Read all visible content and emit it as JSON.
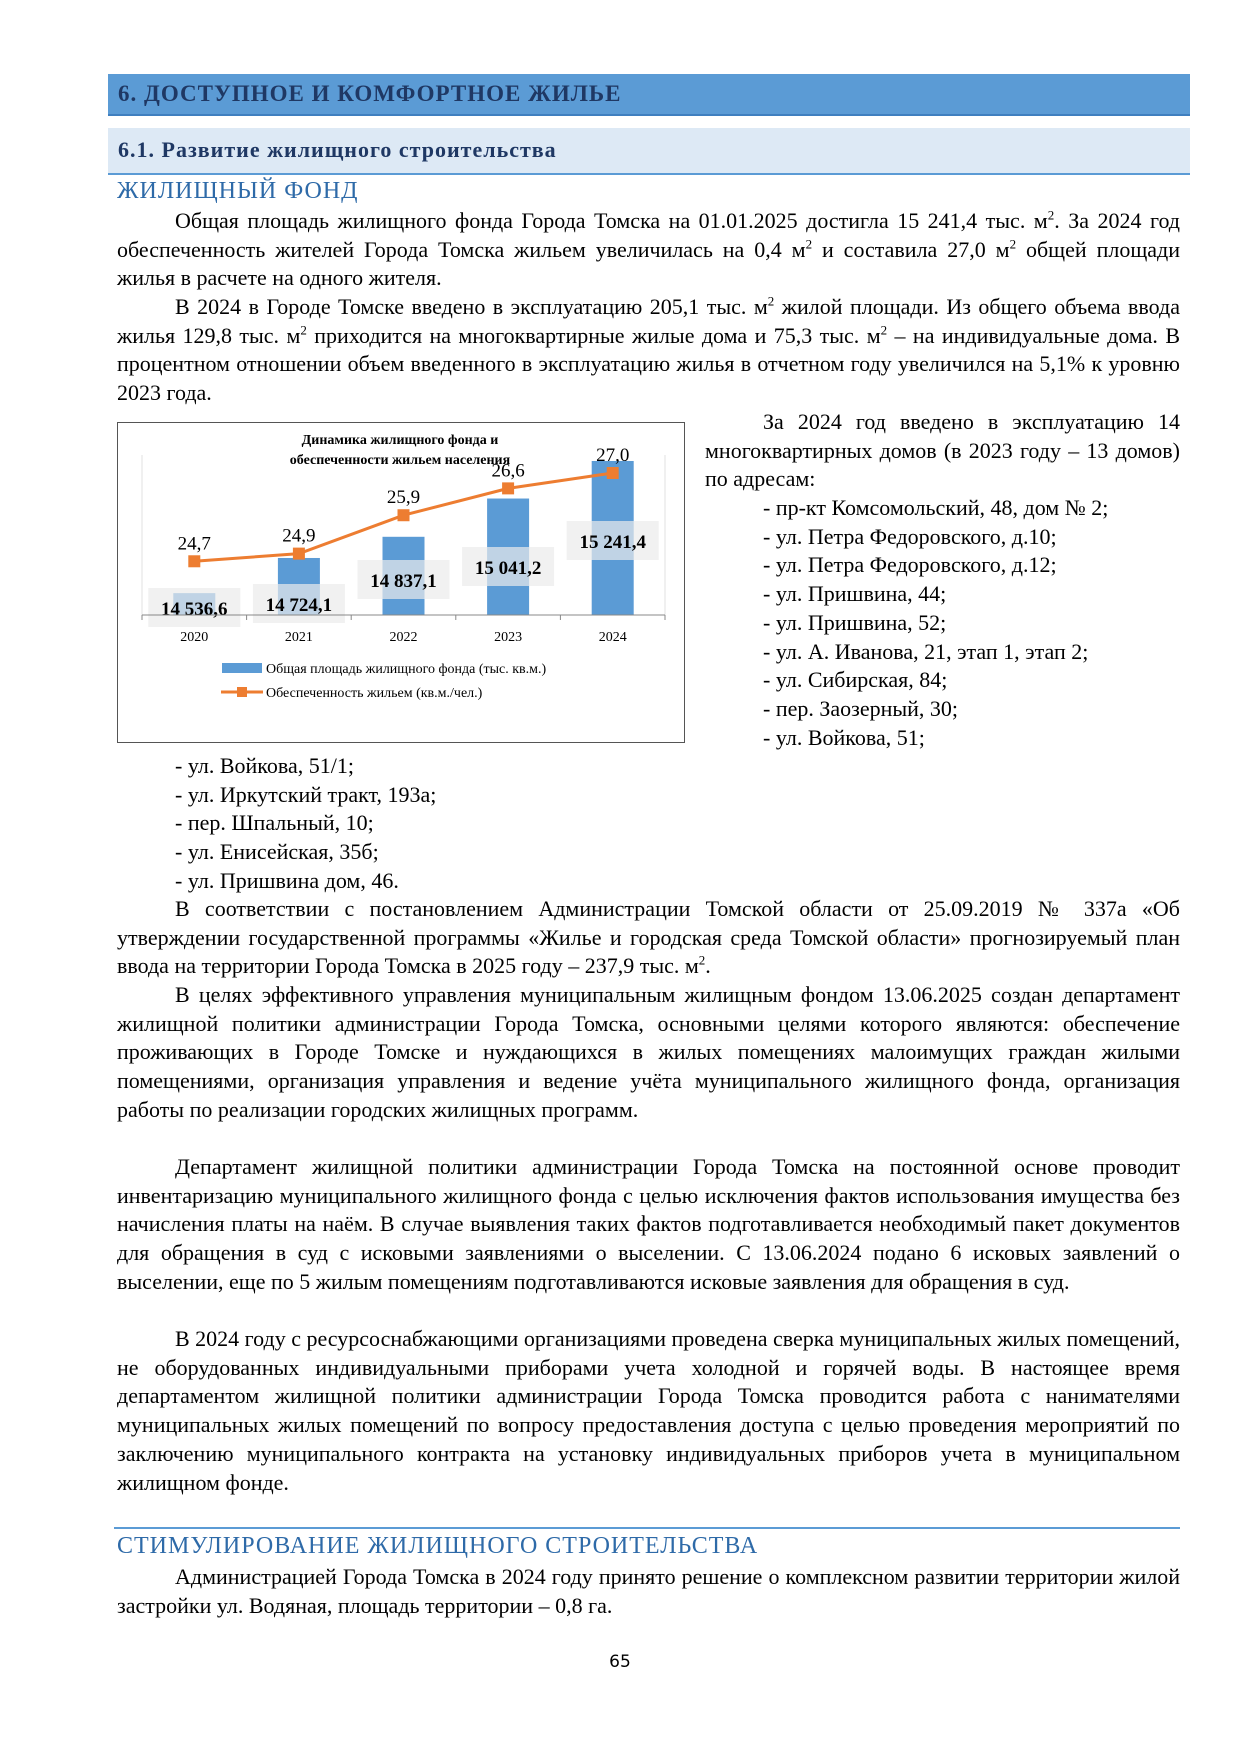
{
  "section_title": "6. ДОСТУПНОЕ И КОМФОРТНОЕ ЖИЛЬЕ",
  "subsection_title": "6.1. Развитие жилищного строительства",
  "heading_fund": "ЖИЛИЩНЫЙ ФОНД",
  "para1": [
    "Общая площадь жилищного фонда Города Томска на 01.01.2025 достигла 15 241,4 тыс. м",
    "2",
    ". За 2024 год обеспеченность жителей Города Томска жильем увеличилась на 0,4 м",
    "2",
    " и составила 27,0 м",
    "2",
    " общей площади жилья в расчете на одного жителя."
  ],
  "para2": [
    "В 2024 в Городе Томске введено в эксплуатацию 205,1 тыс. м",
    "2",
    " жилой площади. Из общего объема ввода жилья 129,8 тыс. м",
    "2",
    " приходится на многоквартирные жилые дома и 75,3 тыс. м",
    "2",
    " – на индивидуальные дома. В процентном отношении объем введенного в эксплуатацию жилья в отчетном году увеличился на 5,1% к уровню 2023 года."
  ],
  "para3": "За 2024 год введено в эксплуатацию 14 многоквартирных домов (в 2023 году – 13 домов) по адресам:",
  "addresses_right": [
    "- пр-кт Комсомольский, 48, дом № 2;",
    "- ул. Петра Федоровского, д.10;",
    "- ул. Петра Федоровского, д.12;",
    "- ул. Пришвина, 44;",
    "- ул. Пришвина, 52;",
    "- ул. А. Иванова, 21, этап 1, этап 2;",
    "- ул. Сибирская, 84;",
    "- пер. Заозерный, 30;",
    "- ул. Войкова, 51;"
  ],
  "addresses_left": [
    "- ул. Войкова, 51/1;",
    "- ул. Иркутский тракт, 193а;",
    "- пер. Шпальный, 10;",
    "- ул. Енисейская, 35б;",
    "- ул. Пришвина дом, 46."
  ],
  "para4": [
    "В соответствии с постановлением Администрации Томской области от 25.09.2019 № 337а «Об утверждении государственной программы «Жилье и городская среда Томской области» прогнозируемый план ввода на территории Города Томска в 2025 году – 237,9 тыс. м",
    "2",
    "."
  ],
  "para5": "В целях эффективного управления муниципальным жилищным фондом 13.06.2025 создан департамент жилищной политики администрации Города Томска, основными целями которого являются: обеспечение проживающих в Городе Томске и нуждающихся в жилых помещениях малоимущих граждан жилыми помещениями, организация управления и ведение учёта муниципального жилищного фонда, организация работы по реализации городских жилищных программ.",
  "para6": "Департамент жилищной политики администрации Города Томска на постоянной основе проводит инвентаризацию муниципального жилищного фонда с целью исключения фактов использования имущества без начисления платы на наём. В случае выявления таких фактов подготавливается необходимый пакет документов для обращения в суд с исковыми заявлениями о выселении. С 13.06.2024 подано 6 исковых заявлений о выселении, еще по 5 жилым помещениям подготавливаются исковые заявления для обращения в суд.",
  "para7": "В 2024 году с ресурсоснабжающими организациями проведена сверка муниципальных жилых помещений, не оборудованных индивидуальными приборами учета холодной и горячей воды. В настоящее время департаментом жилищной политики администрации Города Томска проводится работа с нанимателями муниципальных жилых помещений по вопросу предоставления доступа с целью проведения мероприятий по заключению муниципального контракта на установку индивидуальных приборов учета в муниципальном жилищном фонде.",
  "heading_stim": "СТИМУЛИРОВАНИЕ ЖИЛИЩНОГО СТРОИТЕЛЬСТВА",
  "para8": "Администрацией Города Томска в 2024 году принято решение о комплексном развитии территории жилой застройки ул. Водяная, площадь территории – 0,8 га.",
  "page_number": "65",
  "chart_data": {
    "type": "bar",
    "title": "Динамика жилищного фонда и обеспеченности жильем населения",
    "categories": [
      "2020",
      "2021",
      "2022",
      "2023",
      "2024"
    ],
    "series": [
      {
        "name": "Общая площадь жилищного фонда (тыс. кв.м.)",
        "type": "bar",
        "values": [
          14536.6,
          14724.1,
          14837.1,
          15041.2,
          15241.4
        ],
        "labels": [
          "14 536,6",
          "14 724,1",
          "14 837,1",
          "15 041,2",
          "15 241,4"
        ],
        "color": "#5b9bd5"
      },
      {
        "name": "Обеспеченность жильем (кв.м./чел.)",
        "type": "line",
        "values": [
          24.7,
          24.9,
          25.9,
          26.6,
          27.0
        ],
        "labels": [
          "24,7",
          "24,9",
          "25,9",
          "26,6",
          "27,0"
        ],
        "color": "#ed7d31"
      }
    ],
    "legend": "bottom"
  }
}
